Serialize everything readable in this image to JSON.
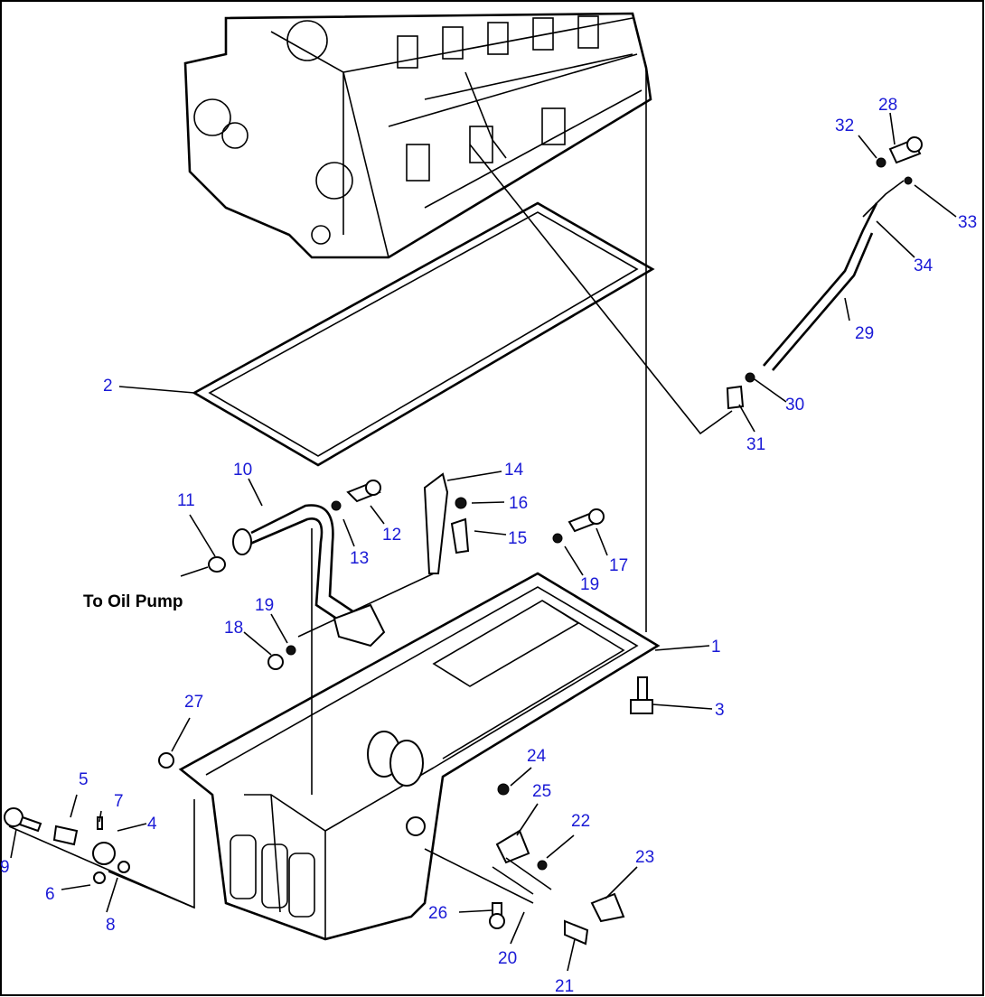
{
  "diagram": {
    "caption": "To Oil Pump",
    "callouts": [
      {
        "id": "c1",
        "text": "1"
      },
      {
        "id": "c2",
        "text": "2"
      },
      {
        "id": "c3",
        "text": "3"
      },
      {
        "id": "c4",
        "text": "4"
      },
      {
        "id": "c5",
        "text": "5"
      },
      {
        "id": "c6",
        "text": "6"
      },
      {
        "id": "c7",
        "text": "7"
      },
      {
        "id": "c8",
        "text": "8"
      },
      {
        "id": "c9",
        "text": "9"
      },
      {
        "id": "c10",
        "text": "10"
      },
      {
        "id": "c11",
        "text": "11"
      },
      {
        "id": "c12",
        "text": "12"
      },
      {
        "id": "c13",
        "text": "13"
      },
      {
        "id": "c14",
        "text": "14"
      },
      {
        "id": "c15",
        "text": "15"
      },
      {
        "id": "c16",
        "text": "16"
      },
      {
        "id": "c17",
        "text": "17"
      },
      {
        "id": "c18",
        "text": "18"
      },
      {
        "id": "c19a",
        "text": "19"
      },
      {
        "id": "c19b",
        "text": "19"
      },
      {
        "id": "c20",
        "text": "20"
      },
      {
        "id": "c21",
        "text": "21"
      },
      {
        "id": "c22",
        "text": "22"
      },
      {
        "id": "c23",
        "text": "23"
      },
      {
        "id": "c24",
        "text": "24"
      },
      {
        "id": "c25",
        "text": "25"
      },
      {
        "id": "c26",
        "text": "26"
      },
      {
        "id": "c27",
        "text": "27"
      },
      {
        "id": "c28",
        "text": "28"
      },
      {
        "id": "c29",
        "text": "29"
      },
      {
        "id": "c30",
        "text": "30"
      },
      {
        "id": "c31",
        "text": "31"
      },
      {
        "id": "c32",
        "text": "32"
      },
      {
        "id": "c33",
        "text": "33"
      },
      {
        "id": "c34",
        "text": "34"
      }
    ],
    "callout_color": "#1a1ad6"
  }
}
